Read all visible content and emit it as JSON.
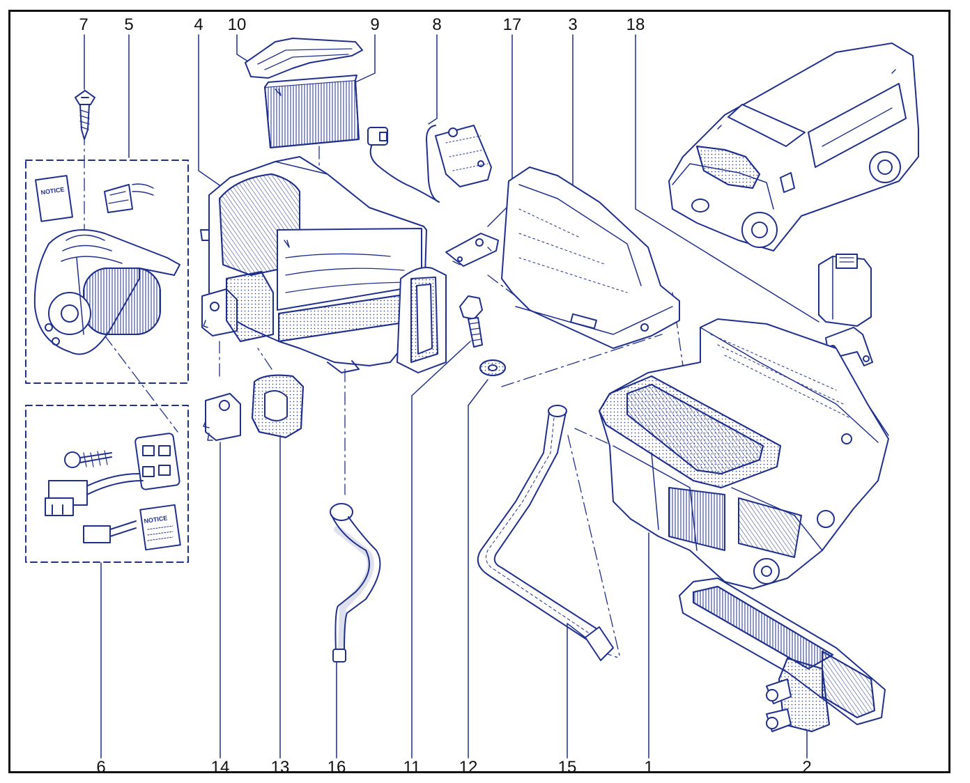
{
  "colors": {
    "line": "#1f2f8c",
    "fill": "#ffffff",
    "frame": "#111111",
    "text": "#111111"
  },
  "callouts": {
    "top": [
      "7",
      "5",
      "4",
      "10",
      "9",
      "8",
      "17",
      "3",
      "18"
    ],
    "bottom": [
      "6",
      "14",
      "13",
      "16",
      "11",
      "12",
      "15",
      "1",
      "2"
    ]
  },
  "notice_label": "NOTICE"
}
